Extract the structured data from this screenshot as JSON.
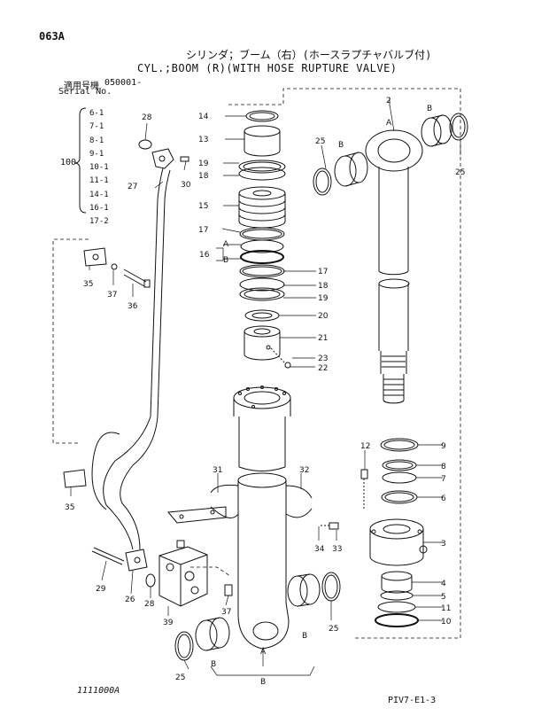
{
  "header": {
    "page_code": "063A",
    "title_jp": "シリンダ；ブーム（右）(ホースラプチャバルブ付)",
    "title_en": "CYL.;BOOM (R)(WITH HOSE RUPTURE VALVE)",
    "serial_label_jp": "適用号機",
    "serial_label_en": "Serial No.",
    "serial_value": "050001-"
  },
  "model_group": {
    "quantity_label": "100",
    "items": [
      "6-1",
      "7-1",
      "8-1",
      "9-1",
      "10-1",
      "11-1",
      "14-1",
      "16-1",
      "17-2"
    ]
  },
  "callouts": {
    "p2": "2",
    "p3": "3",
    "p4": "4",
    "p5": "5",
    "p6": "6",
    "p7": "7",
    "p8": "8",
    "p9": "9",
    "p10": "10",
    "p11": "11",
    "p12": "12",
    "p13": "13",
    "p14": "14",
    "p15": "15",
    "p16": "16",
    "p17a": "17",
    "p17b": "17",
    "p18a": "18",
    "p18b": "18",
    "p19a": "19",
    "p19b": "19",
    "p20": "20",
    "p21": "21",
    "p22": "22",
    "p23": "23",
    "p25a": "25",
    "p25b": "25",
    "p25c": "25",
    "p25d": "25",
    "p26": "26",
    "p27": "27",
    "p28a": "28",
    "p28b": "28",
    "p29": "29",
    "p30": "30",
    "p31": "31",
    "p32": "32",
    "p33": "33",
    "p34": "34",
    "p35a": "35",
    "p35b": "35",
    "p36": "36",
    "p37a": "37",
    "p37b": "37",
    "p39": "39",
    "a1": "A",
    "a2": "A",
    "a3": "A",
    "b1": "B",
    "b2": "B",
    "b3": "B",
    "b4": "B",
    "b5": "B",
    "b6": "B"
  },
  "footer": {
    "left_code": "1111000A",
    "right_code": "PIV7-E1-3"
  }
}
